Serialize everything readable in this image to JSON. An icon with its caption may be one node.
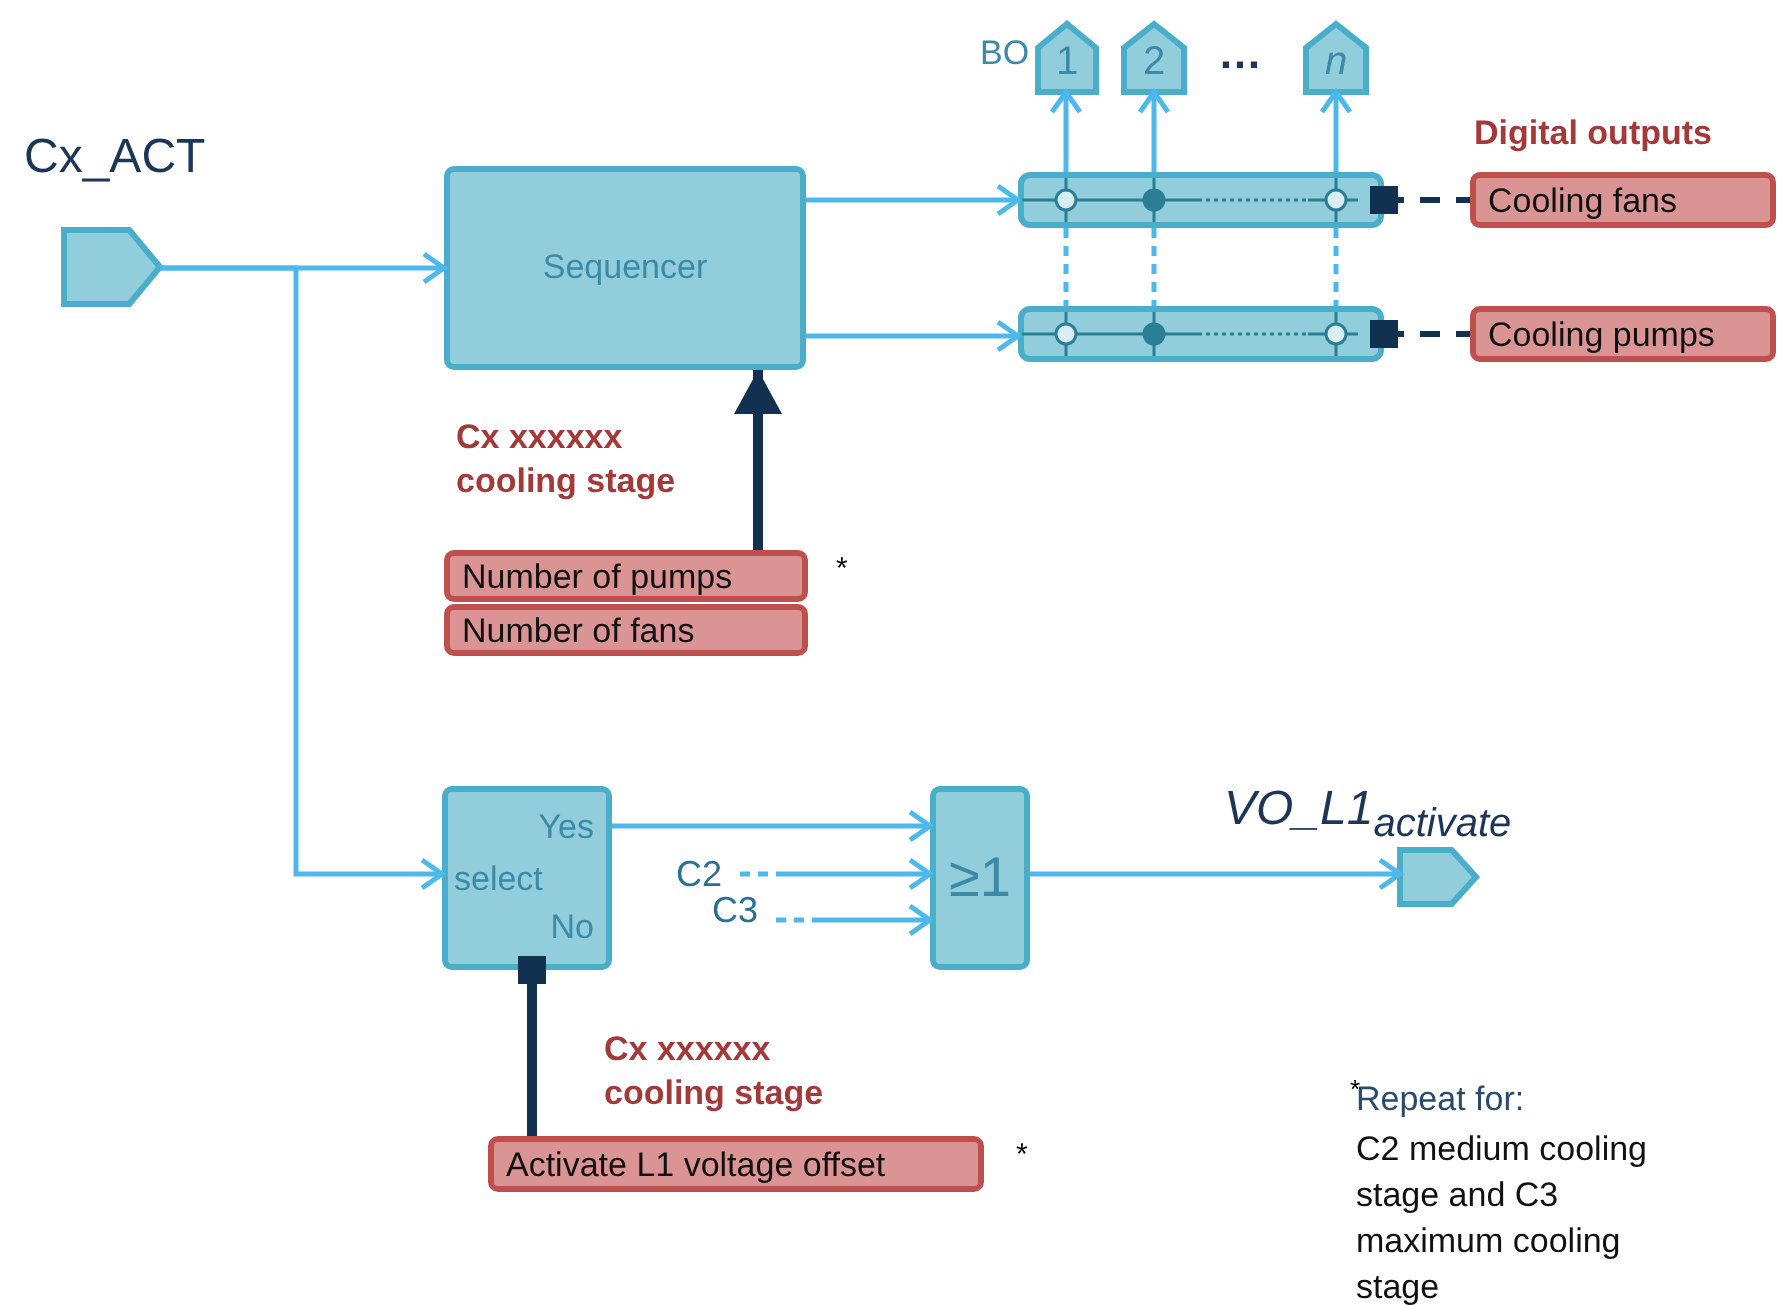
{
  "diagram": {
    "nodes": [
      {
        "text": [
          "Cx_ACT"
        ]
      },
      {
        "text": [
          "Sequencer"
        ]
      },
      {
        "text": [],
        "shape": "bar"
      },
      {
        "text": [],
        "shape": "bar"
      },
      {
        "text": [
          "1"
        ]
      },
      {
        "text": [
          "2"
        ]
      },
      {
        "text": [
          "n"
        ]
      },
      {
        "text": [
          "Cooling fans"
        ]
      },
      {
        "text": [
          "Cooling pumps"
        ]
      },
      {
        "text": [
          "Number of pumps"
        ]
      },
      {
        "text": [
          "Number of fans"
        ]
      },
      {
        "text": [
          "Yes",
          "select",
          "No"
        ]
      },
      {
        "text": [
          "≥1"
        ]
      },
      {
        "text": [
          "VO_L1$_{activate}$"
        ]
      },
      {
        "text": [
          "Activate L1 voltage offset"
        ]
      },
      {
        "text": [
          "C2"
        ]
      },
      {
        "text": [
          "C3"
        ]
      }
    ],
    "edges": [
      {
        "from": 0,
        "to": 1,
        "arrow": "to"
      },
      {
        "from": 0,
        "to": 11,
        "arrow": "to"
      },
      {
        "from": 1,
        "to": 2,
        "arrow": "to"
      },
      {
        "from": 1,
        "to": 3,
        "arrow": "to"
      },
      {
        "from": 2,
        "to": 4,
        "arrow": "to"
      },
      {
        "from": 2,
        "to": 5,
        "arrow": "to"
      },
      {
        "from": 2,
        "to": 6,
        "arrow": "to"
      },
      {
        "from": 2,
        "to": 3,
        "arrow": "none",
        "style": "dashed"
      },
      {
        "from": 2,
        "to": 3,
        "arrow": "none",
        "style": "dashed"
      },
      {
        "from": 2,
        "to": 3,
        "arrow": "none",
        "style": "dashed"
      },
      {
        "from": 2,
        "to": 7,
        "arrow": "other",
        "style": "dashed",
        "color": "#12304f"
      },
      {
        "from": 3,
        "to": 8,
        "arrow": "other",
        "style": "dashed",
        "color": "#12304f"
      },
      {
        "from": 9,
        "to": 1,
        "arrow": "to",
        "style": "thick",
        "color": "#12304f"
      },
      {
        "from": 14,
        "to": 11,
        "arrow": "other",
        "style": "thick",
        "color": "#12304f"
      },
      {
        "from": 11,
        "to": 12,
        "arrow": "to"
      },
      {
        "from": 15,
        "to": 12,
        "arrow": "to",
        "style": "dashed"
      },
      {
        "from": 16,
        "to": 12,
        "arrow": "to",
        "style": "dashed"
      },
      {
        "from": 12,
        "to": 13,
        "arrow": "to"
      }
    ],
    "labels": [
      "Digital outputs",
      "BO",
      "…",
      "Cx xxxxxx cooling stage",
      "*",
      "Cx xxxxxx cooling stage",
      "*",
      "*",
      "Repeat for:",
      "C2 medium cooling stage and C3 maximum cooling stage"
    ]
  }
}
